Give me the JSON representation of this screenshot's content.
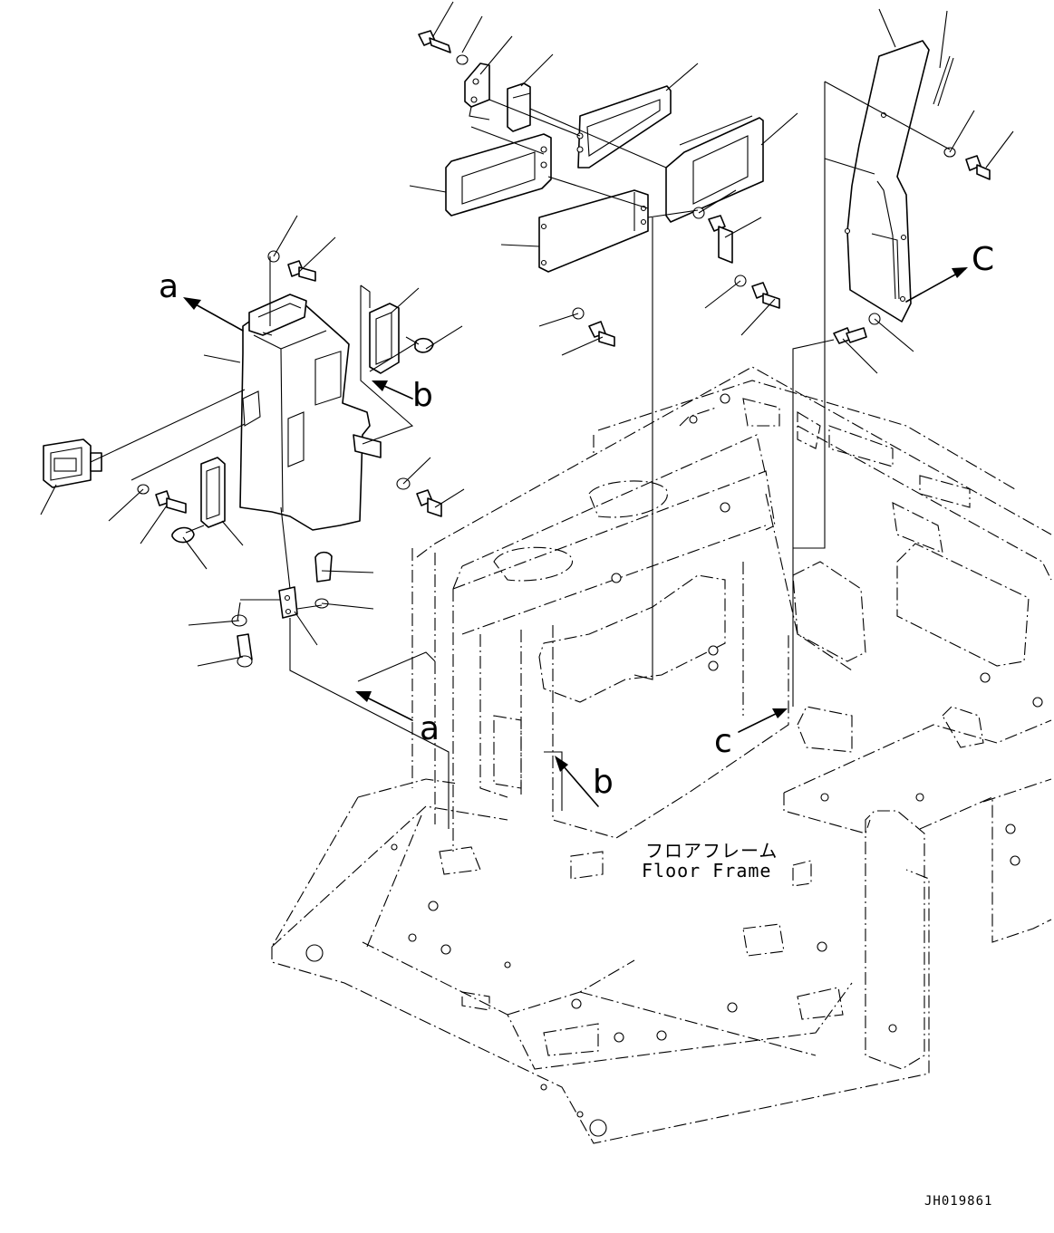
{
  "view_labels": {
    "a_upper": "a",
    "b_upper": "b",
    "c_upper": "C",
    "a_lower": "a",
    "b_lower": "b",
    "c_lower": "c"
  },
  "floor_frame": {
    "label_jp": "フロアフレーム",
    "label_en": "Floor Frame"
  },
  "drawing_code": "JH019861"
}
